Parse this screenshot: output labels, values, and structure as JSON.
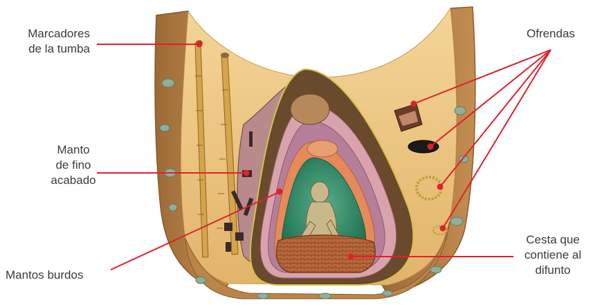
{
  "labels": {
    "grave_markers": [
      "Marcadores",
      "de la tumba"
    ],
    "fine_mantle": [
      "Manto",
      "de fino",
      "acabado"
    ],
    "coarse_mantles": [
      "Mantos burdos"
    ],
    "offerings": [
      "Ofrendas"
    ],
    "basket": [
      "Cesta que",
      "contiene al",
      "difunto"
    ]
  },
  "colors": {
    "leader_line": "#e0202b",
    "label_text": "#3b3b3b",
    "soil_light": "#f0cf8a",
    "soil_dark": "#a8743e",
    "green_cloth": "#2f8a66",
    "pink_cloth": "#d59aa8",
    "basket": "#b5693b"
  }
}
